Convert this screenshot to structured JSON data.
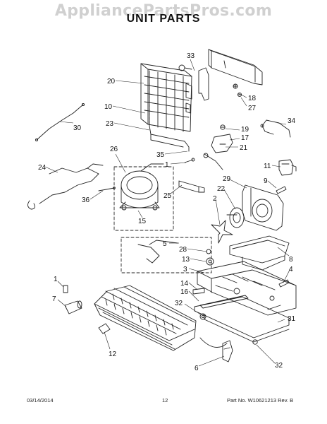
{
  "watermark": "AppliancePartsPros.com",
  "title": "UNIT PARTS",
  "callouts": [
    "33",
    "20",
    "10",
    "23",
    "30",
    "26",
    "18",
    "27",
    "19",
    "17",
    "34",
    "35",
    "21",
    "1",
    "24",
    "11",
    "25",
    "9",
    "36",
    "29",
    "22",
    "2",
    "15",
    "5",
    "28",
    "8",
    "13",
    "4",
    "3",
    "1",
    "14",
    "16",
    "7",
    "32",
    "31",
    "12",
    "6",
    "32"
  ],
  "footer": {
    "date": "03/14/2014",
    "page": "12",
    "part": "Part No. W10621213  Rev. B"
  }
}
